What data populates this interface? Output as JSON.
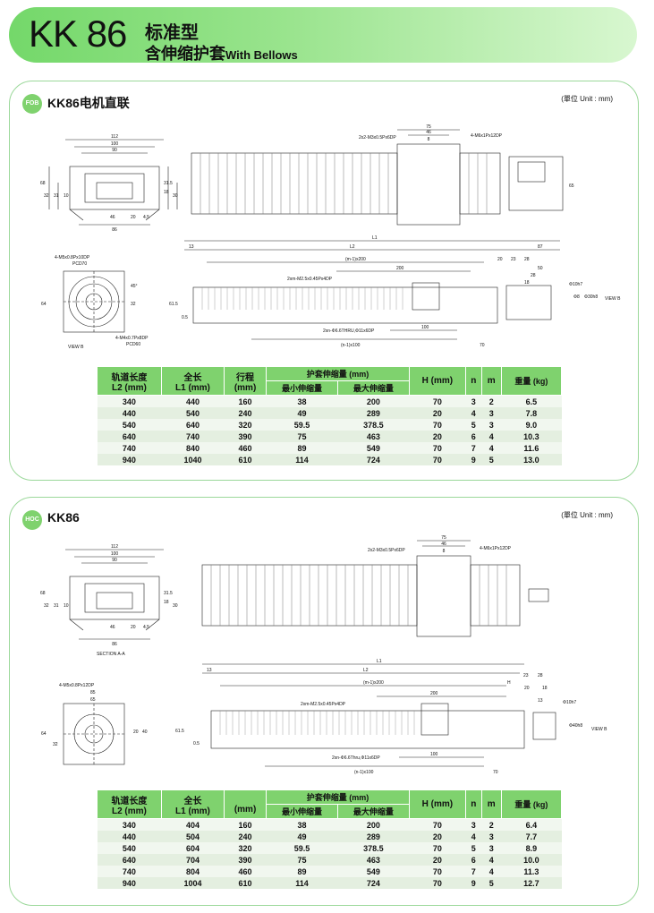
{
  "header": {
    "model": "KK 86",
    "title_line1": "标准型",
    "title_line2": "含伸缩护套",
    "title_line2_en": "With Bellows"
  },
  "colors": {
    "accent": "#7fd26e",
    "banner_light": "#d8f7d0",
    "border": "#9bd89a"
  },
  "sections": [
    {
      "badge": "FOB",
      "title": "KK86电机直联",
      "unit": "(單位 Unit : mm)",
      "dims": {
        "d112": "112",
        "d100": "100",
        "d90": "90",
        "d68": "68",
        "d32": "32",
        "d31": "31",
        "d10": "10",
        "d31_5": "31.5",
        "d18": "18",
        "d30": "30",
        "d46": "46",
        "d20": "20",
        "d4_5": "4.5",
        "d86": "86",
        "d75": "75",
        "d46b": "46",
        "d8": "8",
        "holes_top": "2x2-M3x0.5Px6DP",
        "holes_right": "4-M6x1Px12DP",
        "d65": "65",
        "L1": "L1",
        "d13": "13",
        "L2": "L2",
        "d87": "87",
        "n1x200": "(m-1)x200",
        "d20b": "20",
        "d23": "23",
        "d28": "28",
        "d50": "50",
        "d200": "200",
        "d28b": "28",
        "m2": "2xm-M2.5x0.45Px4DP",
        "d61_5": "61.5",
        "d0_5": "0.5",
        "phi10": "Φ10h7",
        "phi8": "Φ8",
        "phi30": "Φ30h8",
        "viewb": "VIEW B",
        "m6": "2xn-Φ6.6THRU,Φ11x6DP",
        "d100b": "100",
        "nx100": "(n-1)x100",
        "d70": "70",
        "pcd_a": "4-M5x0.8Px10DP",
        "pcd70": "PCD70",
        "pcd_b": "4-M4x0.7Px8DP",
        "pcd60": "PCD60",
        "d64": "64",
        "d45": "45°",
        "d32b": "32",
        "d5": "5",
        "view_b_label": "VIEW B"
      }
    },
    {
      "badge": "HOC",
      "title": "KK86",
      "unit": "(單位 Unit : mm)",
      "dims": {
        "d112": "112",
        "d100": "100",
        "d90": "90",
        "d68": "68",
        "d32": "32",
        "d31": "31",
        "d10": "10",
        "d31_5": "31.5",
        "d18": "18",
        "d30": "30",
        "d46": "46",
        "d20": "20",
        "d4_5": "4.5",
        "d86": "86",
        "section": "SECTION A-A",
        "d75": "75",
        "d46b": "46",
        "d8": "8",
        "holes_top": "2x2-M3x0.5Px6DP",
        "holes_right": "4-M6x1Px12DP",
        "L1": "L1",
        "d13": "13",
        "L2": "L2",
        "n1x200": "(m-1)x200",
        "d23": "23",
        "d28": "28",
        "H": "H",
        "d200": "200",
        "d20b": "20",
        "m2": "2xm-M2.5x0.45Px4DP",
        "d61_5": "61.5",
        "d0_5": "0.5",
        "phi10": "Φ10h7",
        "phi40": "Φ40h8",
        "d13b": "13",
        "viewb": "VIEW B",
        "m6": "2xn-Φ6.6Thru,Φ11x6DP",
        "d100b": "100",
        "nx100": "(n-1)x100",
        "d70": "70",
        "m5": "4-M5x0.8Px12DP",
        "d85": "85",
        "d65": "65",
        "d64": "64",
        "d32b": "32",
        "d20c": "20",
        "d40": "40"
      }
    }
  ],
  "table_headers": {
    "rail_len": "轨道长度",
    "rail_len2": "L2 (mm)",
    "total_len": "全长",
    "total_len2": "L1 (mm)",
    "stroke": "行程",
    "stroke_unit": "(mm)",
    "bellows": "护套伸缩量 (mm)",
    "bellows_min": "最小伸缩量",
    "bellows_max": "最大伸缩量",
    "h": "H (mm)",
    "n": "n",
    "m": "m",
    "weight": "重量 (kg)"
  },
  "table1": [
    [
      "340",
      "440",
      "160",
      "38",
      "200",
      "70",
      "3",
      "2",
      "6.5"
    ],
    [
      "440",
      "540",
      "240",
      "49",
      "289",
      "20",
      "4",
      "3",
      "7.8"
    ],
    [
      "540",
      "640",
      "320",
      "59.5",
      "378.5",
      "70",
      "5",
      "3",
      "9.0"
    ],
    [
      "640",
      "740",
      "390",
      "75",
      "463",
      "20",
      "6",
      "4",
      "10.3"
    ],
    [
      "740",
      "840",
      "460",
      "89",
      "549",
      "70",
      "7",
      "4",
      "11.6"
    ],
    [
      "940",
      "1040",
      "610",
      "114",
      "724",
      "70",
      "9",
      "5",
      "13.0"
    ]
  ],
  "table2": [
    [
      "340",
      "404",
      "160",
      "38",
      "200",
      "70",
      "3",
      "2",
      "6.4"
    ],
    [
      "440",
      "504",
      "240",
      "49",
      "289",
      "20",
      "4",
      "3",
      "7.7"
    ],
    [
      "540",
      "604",
      "320",
      "59.5",
      "378.5",
      "70",
      "5",
      "3",
      "8.9"
    ],
    [
      "640",
      "704",
      "390",
      "75",
      "463",
      "20",
      "6",
      "4",
      "10.0"
    ],
    [
      "740",
      "804",
      "460",
      "89",
      "549",
      "70",
      "7",
      "4",
      "11.3"
    ],
    [
      "940",
      "1004",
      "610",
      "114",
      "724",
      "70",
      "9",
      "5",
      "12.7"
    ]
  ]
}
